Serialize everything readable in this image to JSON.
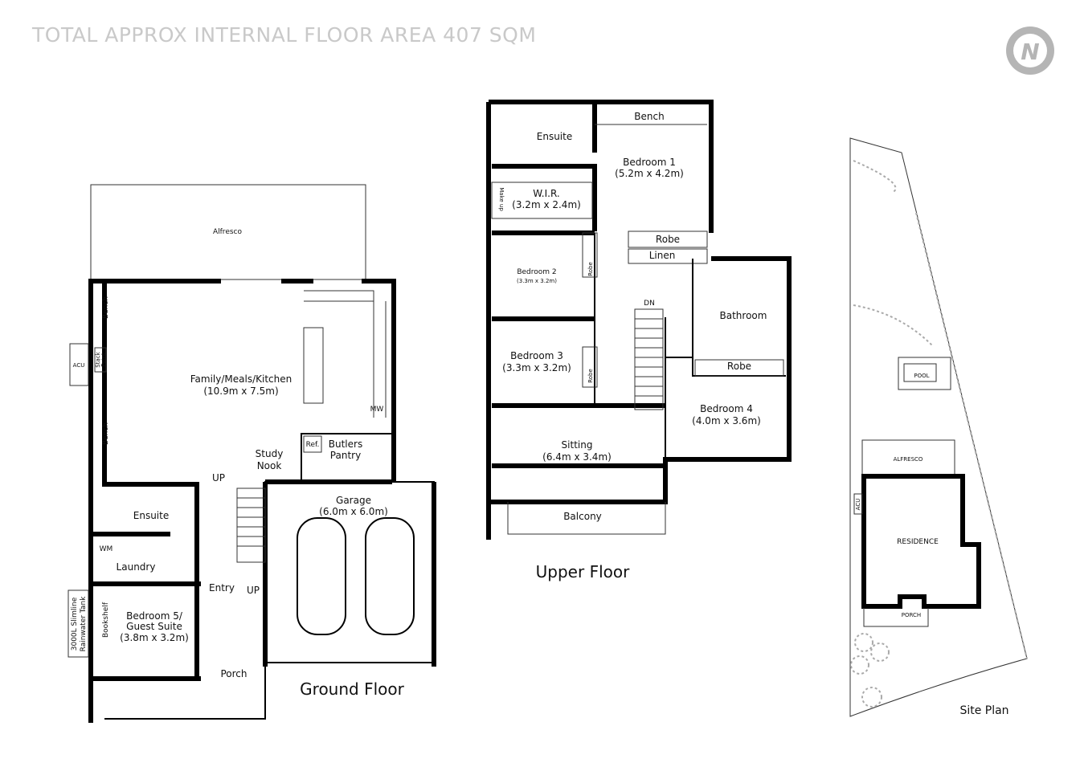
{
  "header": {
    "title": "TOTAL APPROX INTERNAL FLOOR AREA 407 SQM",
    "logo_letter": "N",
    "logo_color": "#b5b5b5"
  },
  "ground_floor": {
    "heading": "Ground Floor",
    "rooms": {
      "alfresco": "Alfresco",
      "family": "Family/Meals/Kitchen",
      "family_size": "(10.9m x 7.5m)",
      "bench_top": "Bench",
      "bench_bottom": "Bench",
      "acu": "ACU",
      "stack_point_1": "Stack",
      "stack_point_2": "Point",
      "mw": "MW",
      "study_1": "Study",
      "study_2": "Nook",
      "ref": "Ref.",
      "butlers_1": "Butlers",
      "butlers_2": "Pantry",
      "up_top": "UP",
      "up_bottom": "UP",
      "garage": "Garage",
      "garage_size": "(6.0m x 6.0m)",
      "ensuite": "Ensuite",
      "wm": "WM",
      "laundry": "Laundry",
      "entry": "Entry",
      "bedroom5_1": "Bedroom 5/",
      "bedroom5_2": "Guest Suite",
      "bedroom5_size": "(3.8m x 3.2m)",
      "bookshelf": "Bookshelf",
      "tank_1": "3000L Slimline",
      "tank_2": "Rainwater Tank",
      "porch": "Porch"
    }
  },
  "upper_floor": {
    "heading": "Upper Floor",
    "rooms": {
      "ensuite": "Ensuite",
      "bench": "Bench",
      "bedroom1": "Bedroom 1",
      "bedroom1_size": "(5.2m x 4.2m)",
      "wir": "W.I.R.",
      "wir_size": "(3.2m x 2.4m)",
      "make_up": "Make up",
      "robe1": "Robe",
      "linen": "Linen",
      "bedroom2": "Bedroom 2",
      "bedroom2_size": "(3.3m x 3.2m)",
      "robe2": "Robe",
      "bathroom": "Bathroom",
      "dn": "DN",
      "bedroom3": "Bedroom 3",
      "bedroom3_size": "(3.3m x 3.2m)",
      "robe3": "Robe",
      "robe4": "Robe",
      "bedroom4": "Bedroom 4",
      "bedroom4_size": "(4.0m x 3.6m)",
      "sitting": "Sitting",
      "sitting_size": "(6.4m x 3.4m)",
      "balcony": "Balcony"
    }
  },
  "site_plan": {
    "heading": "Site Plan",
    "pool": "POOL",
    "alfresco": "ALFRESCO",
    "acu": "ACU",
    "residence": "RESIDENCE",
    "porch": "PORCH"
  }
}
